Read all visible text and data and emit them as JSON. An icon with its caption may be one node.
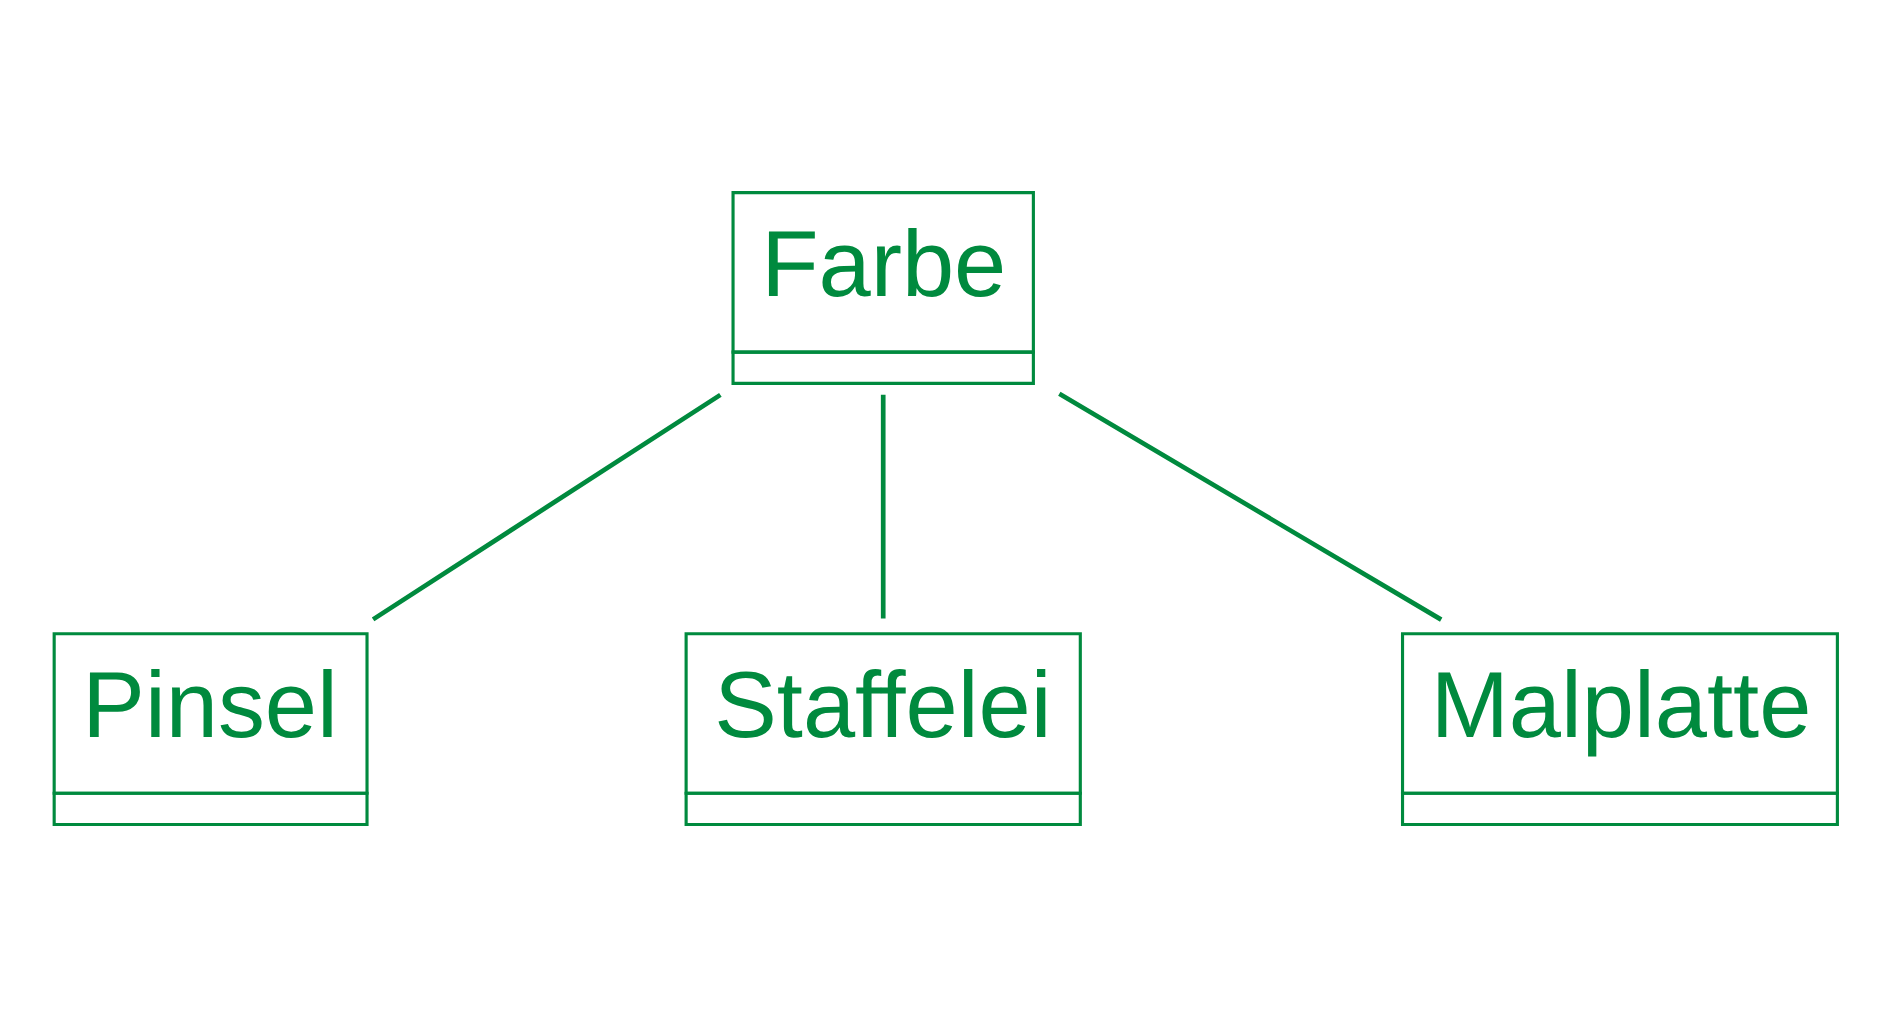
{
  "diagram": {
    "nodes": [
      {
        "text": [
          "Farbe"
        ]
      },
      {
        "text": [
          "Pinsel"
        ]
      },
      {
        "text": [
          "Staffelei"
        ]
      },
      {
        "text": [
          "Malplatte"
        ]
      }
    ],
    "edges": [
      {
        "from": 1,
        "to": 0,
        "arrow": "none"
      },
      {
        "from": 2,
        "to": 0,
        "arrow": "none"
      },
      {
        "from": 0,
        "to": 3,
        "arrow": "none"
      }
    ]
  }
}
